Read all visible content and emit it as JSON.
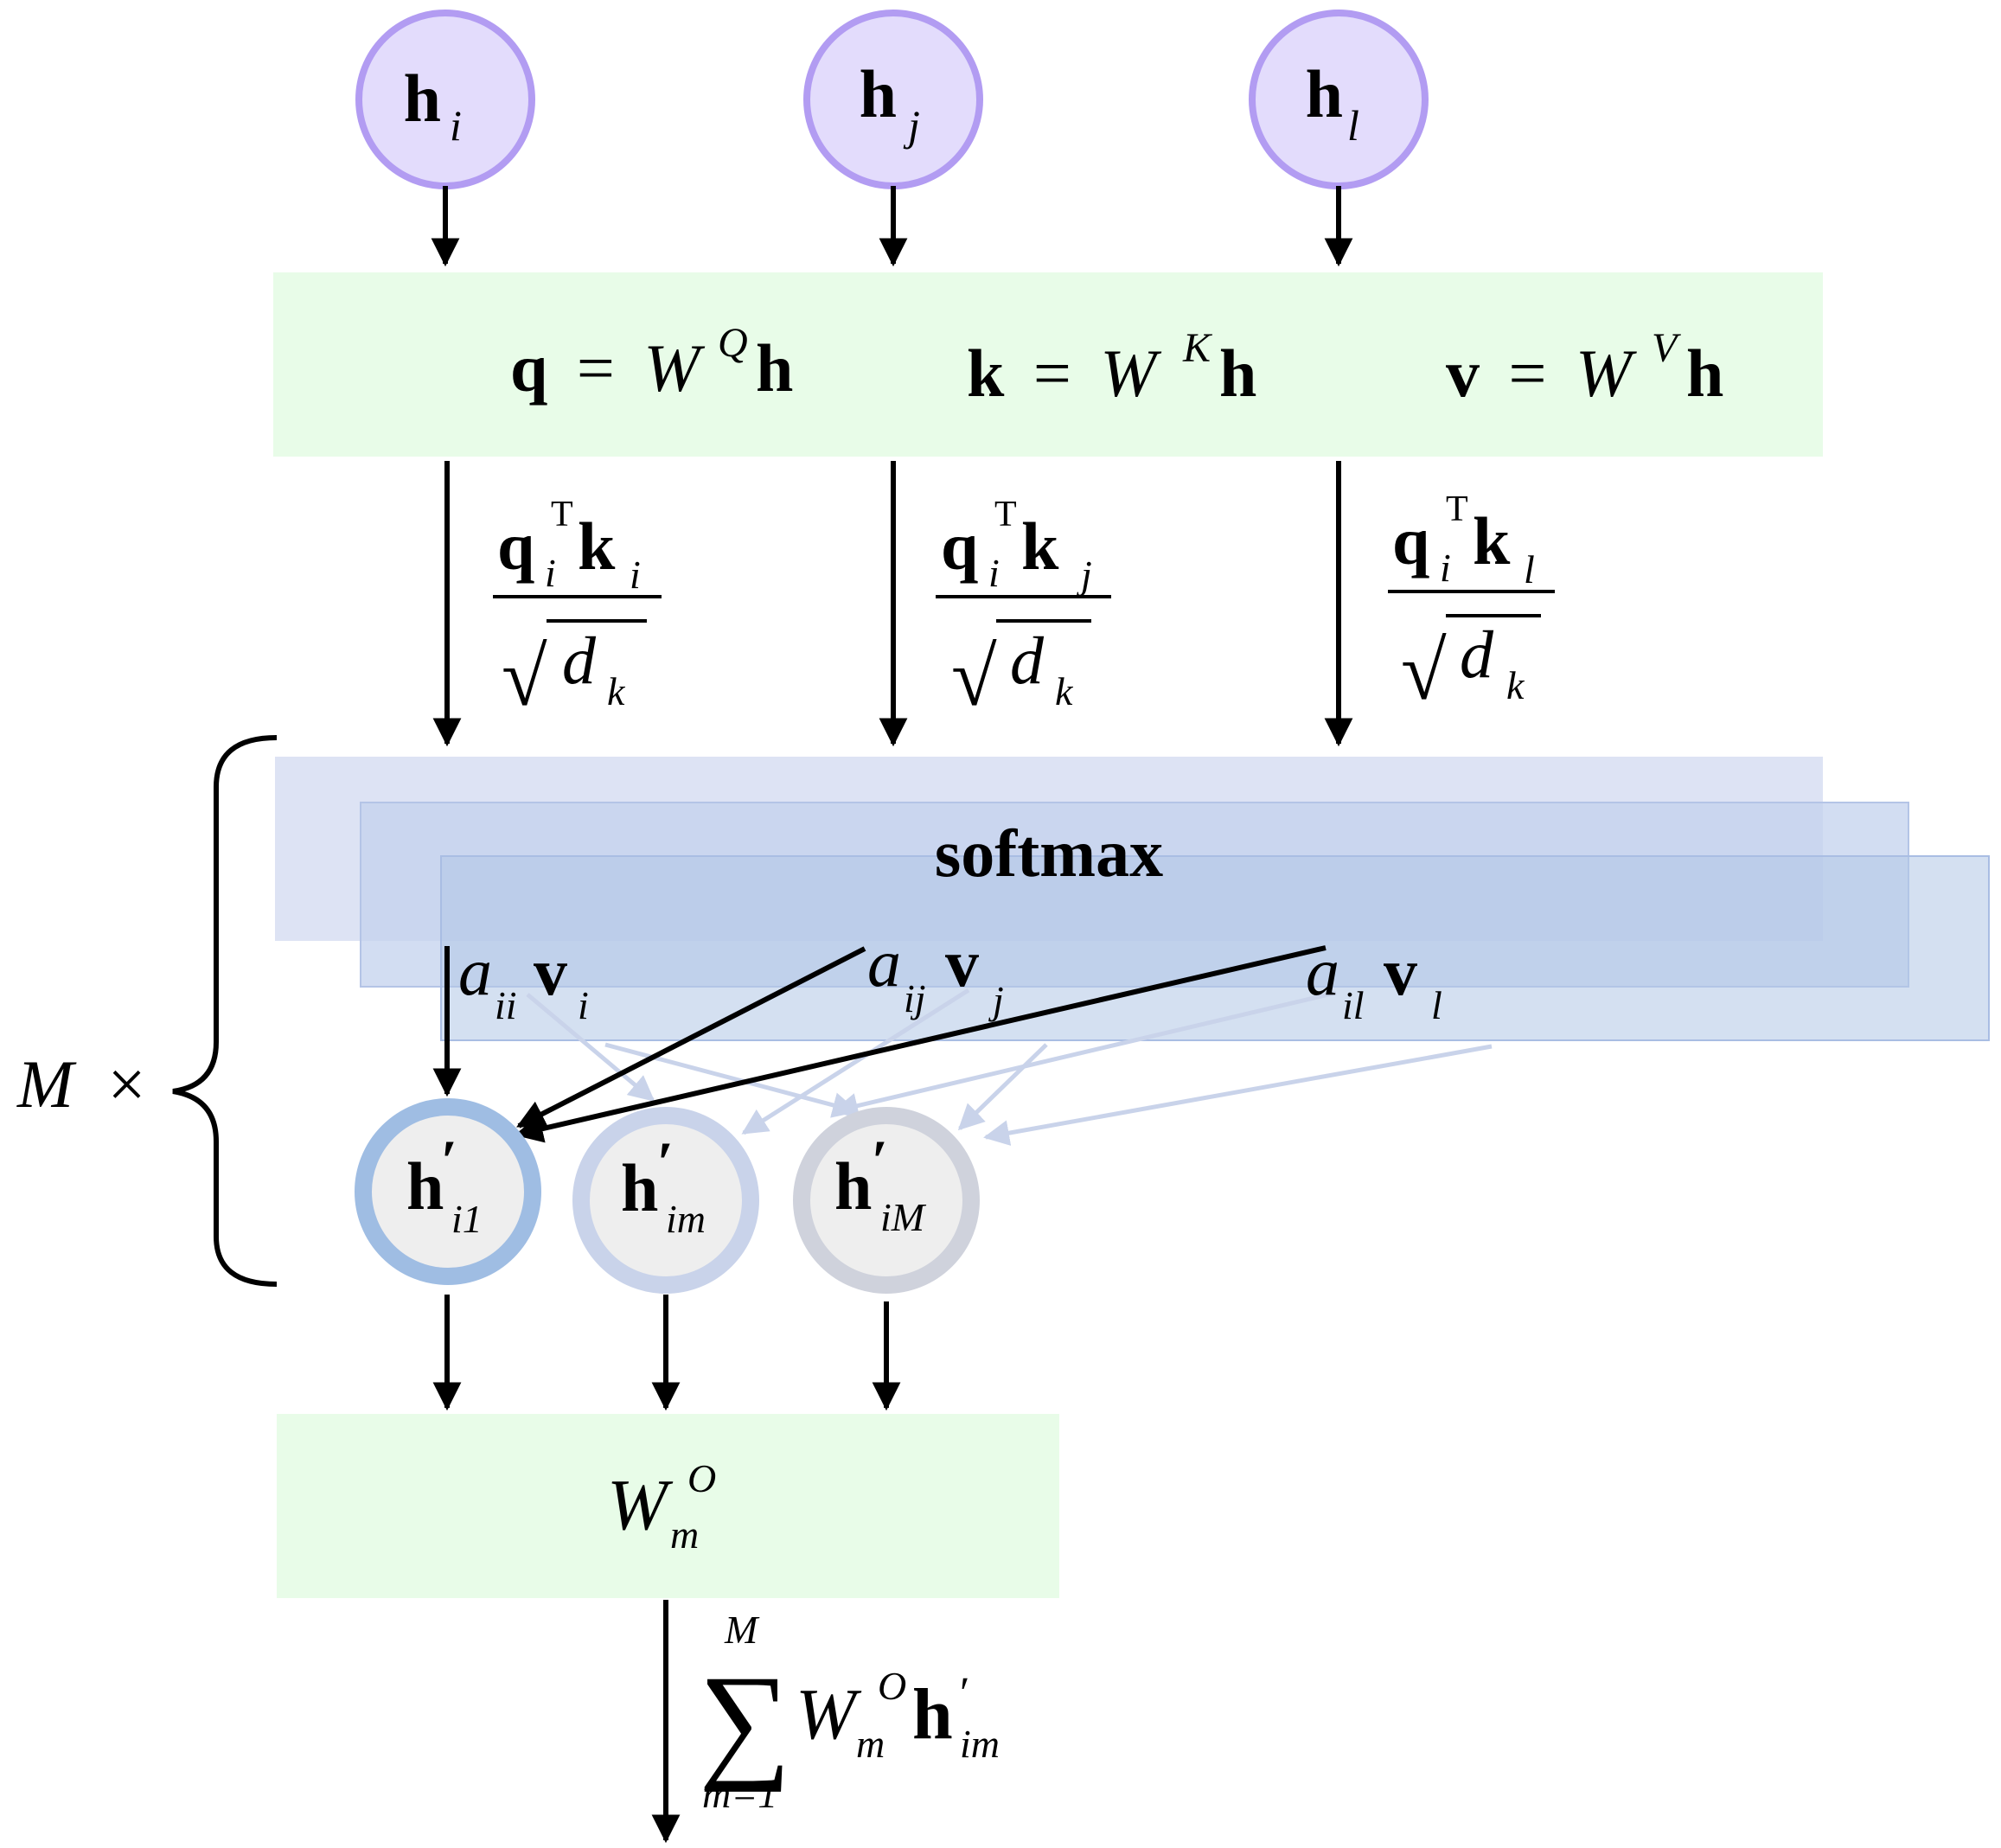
{
  "colors": {
    "input_node_fill": "#e3dcfc",
    "input_node_stroke": "#b29cf2",
    "linear_box_fill": "#e8fce8",
    "softmax_layer_1": "#dbe2f3",
    "softmax_layer_2": "#c3d2ee",
    "softmax_layer_3": "#b1c6e6",
    "head_node_fill": "#eeeeee",
    "head_1_stroke": "#9fbde3",
    "head_m_stroke": "#c9d3ea",
    "head_M_stroke": "#cfd2dc",
    "output_box_fill": "#e8fce8"
  },
  "inputs": [
    {
      "base": "h",
      "sub": "i"
    },
    {
      "base": "h",
      "sub": "j"
    },
    {
      "base": "h",
      "sub": "l"
    }
  ],
  "projections": {
    "q": {
      "lhs": "q",
      "eq": "=",
      "W": "W",
      "sup": "Q",
      "rhs": "h"
    },
    "k": {
      "lhs": "k",
      "eq": "=",
      "W": "W",
      "sup": "K",
      "rhs": "h"
    },
    "v": {
      "lhs": "v",
      "eq": "=",
      "W": "W",
      "sup": "V",
      "rhs": "h"
    }
  },
  "scores": [
    {
      "q": "q",
      "q_sub": "i",
      "T": "T",
      "k": "k",
      "k_sub": "i",
      "sqrt": "√",
      "d": "d",
      "d_sub": "k"
    },
    {
      "q": "q",
      "q_sub": "i",
      "T": "T",
      "k": "k",
      "k_sub": "j",
      "sqrt": "√",
      "d": "d",
      "d_sub": "k"
    },
    {
      "q": "q",
      "q_sub": "i",
      "T": "T",
      "k": "k",
      "k_sub": "l",
      "sqrt": "√",
      "d": "d",
      "d_sub": "k"
    }
  ],
  "softmax": {
    "label": "softmax"
  },
  "weighted_values": [
    {
      "a": "a",
      "a_sub": "ii",
      "v": "v",
      "v_sub": "i"
    },
    {
      "a": "a",
      "a_sub": "ij",
      "v": "v",
      "v_sub": "j"
    },
    {
      "a": "a",
      "a_sub": "il",
      "v": "v",
      "v_sub": "l"
    }
  ],
  "repeat": {
    "symbol": "M",
    "times": "×"
  },
  "heads": [
    {
      "base": "h",
      "prime": "′",
      "sub": "i1"
    },
    {
      "base": "h",
      "prime": "′",
      "sub": "im"
    },
    {
      "base": "h",
      "prime": "′",
      "sub": "iM"
    }
  ],
  "output_projection": {
    "W": "W",
    "sup": "O",
    "sub": "m"
  },
  "final_sum": {
    "sigma": "∑",
    "upper": "M",
    "lower": "m=1",
    "W": "W",
    "W_sup": "O",
    "W_sub": "m",
    "h": "h",
    "h_prime": "′",
    "h_sub": "im"
  }
}
